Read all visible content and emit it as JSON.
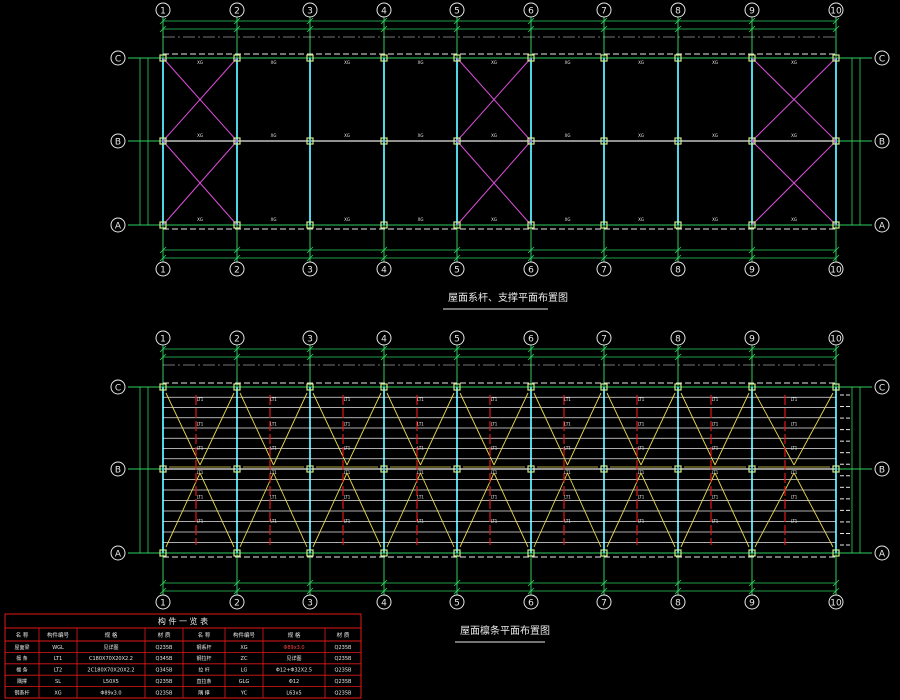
{
  "plan1": {
    "title": "屋面系杆、支撑平面布置图",
    "grid_cols": [
      "1",
      "2",
      "3",
      "4",
      "5",
      "6",
      "7",
      "8",
      "9",
      "10"
    ],
    "grid_rows": [
      "C",
      "B",
      "A"
    ]
  },
  "plan2": {
    "title": "屋面檩条平面布置图",
    "grid_cols": [
      "1",
      "2",
      "3",
      "4",
      "5",
      "6",
      "7",
      "8",
      "9",
      "10"
    ],
    "grid_rows": [
      "C",
      "B",
      "A"
    ]
  },
  "table": {
    "title": "构 件 一 览 表",
    "headers": [
      "名 称",
      "构件编号",
      "规 格",
      "材 质",
      "名 称",
      "构件编号",
      "规 格",
      "材 质"
    ],
    "rows": [
      [
        "屋面梁",
        "WGL",
        "见详图",
        "Q235B",
        "钢系杆",
        "XG",
        "Φ89x3.0",
        "Q235B"
      ],
      [
        "檩 条",
        "LT1",
        "C180X70X20X2.2",
        "Q345B",
        "钢拉杆",
        "ZC",
        "见详图",
        "Q235B"
      ],
      [
        "檩 条",
        "LT2",
        "2C180X70X20X2.2",
        "Q345B",
        "拉 杆",
        "LG",
        "Φ12+Φ32X2.5",
        "Q235B"
      ],
      [
        "隅撑",
        "SL",
        "L50X5",
        "Q235B",
        "直拉条",
        "GLG",
        "Φ12",
        "Q235B"
      ],
      [
        "钢系杆",
        "XG",
        "Φ89x3.0",
        "Q235B",
        "隅 撑",
        "YC",
        "L63x5",
        "Q235B"
      ]
    ],
    "colors": {
      "frame": "#e01818",
      "text": "#e8e8e8",
      "highlight": "#ff4040"
    }
  },
  "colors": {
    "grid_line": "#2ed15f",
    "bubble": "#e8e8e8",
    "column_cyan": "#4fd6e6",
    "bracing_magenta": "#d94fd9",
    "purlin_white": "#e8e8e8",
    "tie_red": "#e01818",
    "sag_yellow": "#e6d84f",
    "node_fill": "#cfe88a"
  }
}
